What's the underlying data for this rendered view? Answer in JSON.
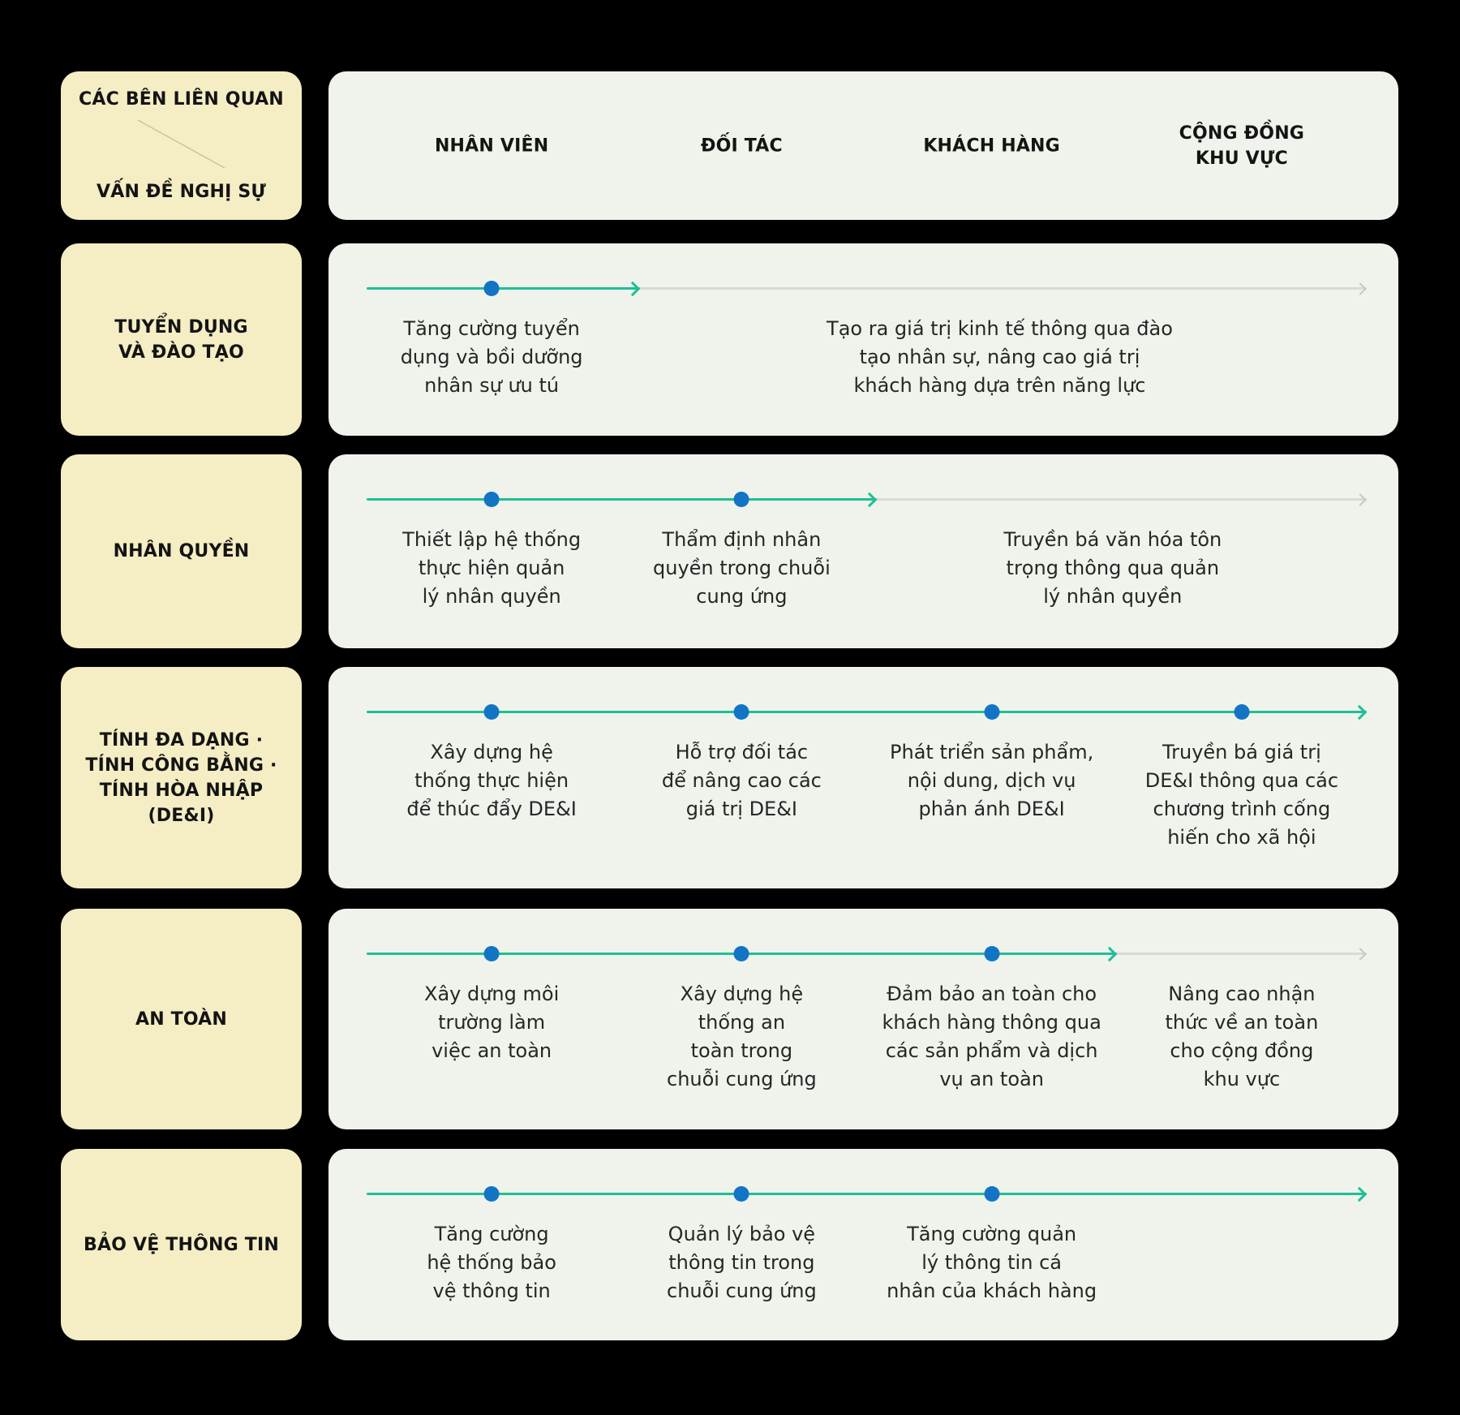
{
  "colors": {
    "background": "#000000",
    "agenda_box_yellow": "#F5EDC4",
    "matrix_panel_green": "#EFF3EC",
    "milestone_dot_blue": "#1274C5",
    "timeline_green": "#1FBF96",
    "timeline_gray": "#D9D9D5",
    "text_dark": "#262626"
  },
  "corner": {
    "top_label": "CÁC BÊN LIÊN QUAN",
    "bottom_label": "VẤN ĐỀ NGHỊ SỰ"
  },
  "stakeholders": [
    {
      "label_lines": [
        "NHÂN VIÊN"
      ]
    },
    {
      "label_lines": [
        "ĐỐI TÁC"
      ]
    },
    {
      "label_lines": [
        "KHÁCH HÀNG"
      ]
    },
    {
      "label_lines": [
        "CỘNG ĐỒNG",
        "KHU VỰC"
      ]
    }
  ],
  "rows": [
    {
      "label_lines": [
        "TUYỂN DỤNG",
        "VÀ ĐÀO TẠO"
      ],
      "dots_at_columns": [
        "NHÂN VIÊN"
      ],
      "green_extent_pct": 27.3,
      "cells": [
        {
          "column": "NHÂN VIÊN",
          "lines": [
            "Tăng cường tuyển",
            "dụng và bồi dưỡng",
            "nhân sự ưu tú"
          ]
        },
        {
          "column": "KHÁCH HÀNG",
          "lines": [
            "Tạo ra giá trị kinh tế thông qua đào",
            "tạo nhân sự, nâng cao giá trị",
            "khách hàng dựa trên năng lực"
          ]
        }
      ]
    },
    {
      "label_lines": [
        "NHÂN QUYỀN"
      ],
      "dots_at_columns": [
        "NHÂN VIÊN",
        "ĐỐI TÁC"
      ],
      "green_extent_pct": 51,
      "cells": [
        {
          "column": "NHÂN VIÊN",
          "lines": [
            "Thiết lập hệ thống",
            "thực hiện quản",
            "lý nhân quyền"
          ]
        },
        {
          "column": "ĐỐI TÁC",
          "lines": [
            "Thẩm định nhân",
            "quyền trong chuỗi",
            "cung ứng"
          ]
        },
        {
          "column": "KHÁCH HÀNG",
          "lines": [
            "Truyền bá văn hóa tôn",
            "trọng thông qua quản",
            "lý nhân quyền"
          ]
        }
      ]
    },
    {
      "label_lines": [
        "TÍNH ĐA DẠNG ·",
        "TÍNH CÔNG BẰNG ·",
        "TÍNH HÒA NHẬP",
        "(DE&I)"
      ],
      "dots_at_columns": [
        "NHÂN VIÊN",
        "ĐỐI TÁC",
        "KHÁCH HÀNG",
        "CỘNG ĐỒNG KHU VỰC"
      ],
      "green_extent_pct": 100,
      "cells": [
        {
          "column": "NHÂN VIÊN",
          "lines": [
            "Xây dựng hệ",
            "thống thực hiện",
            "để thúc đẩy DE&I"
          ]
        },
        {
          "column": "ĐỐI TÁC",
          "lines": [
            "Hỗ trợ đối tác",
            "để nâng cao các",
            "giá trị DE&I"
          ]
        },
        {
          "column": "KHÁCH HÀNG",
          "lines": [
            "Phát triển sản phẩm,",
            "nội dung, dịch vụ",
            "phản ánh DE&I"
          ]
        },
        {
          "column": "CỘNG ĐỒNG KHU VỰC",
          "lines": [
            "Truyền bá giá trị",
            "DE&I thông qua các",
            "chương trình cống",
            "hiến cho xã hội"
          ]
        }
      ]
    },
    {
      "label_lines": [
        "AN TOÀN"
      ],
      "dots_at_columns": [
        "NHÂN VIÊN",
        "ĐỐI TÁC",
        "KHÁCH HÀNG"
      ],
      "green_extent_pct": 75,
      "cells": [
        {
          "column": "NHÂN VIÊN",
          "lines": [
            "Xây dựng môi",
            "trường làm",
            "việc an toàn"
          ]
        },
        {
          "column": "ĐỐI TÁC",
          "lines": [
            "Xây dựng hệ",
            "thống an",
            "toàn trong",
            "chuỗi cung ứng"
          ]
        },
        {
          "column": "KHÁCH HÀNG",
          "lines": [
            "Đảm bảo an toàn cho",
            "khách hàng thông qua",
            "các sản phẩm và dịch",
            "vụ an toàn"
          ]
        },
        {
          "column": "CỘNG ĐỒNG KHU VỰC",
          "lines": [
            "Nâng cao nhận",
            "thức về an toàn",
            "cho cộng đồng",
            "khu vực"
          ]
        }
      ]
    },
    {
      "label_lines": [
        "BẢO VỆ THÔNG TIN"
      ],
      "dots_at_columns": [
        "NHÂN VIÊN",
        "ĐỐI TÁC",
        "KHÁCH HÀNG"
      ],
      "green_extent_pct": 100,
      "cells": [
        {
          "column": "NHÂN VIÊN",
          "lines": [
            "Tăng cường",
            "hệ thống bảo",
            "vệ thông tin"
          ]
        },
        {
          "column": "ĐỐI TÁC",
          "lines": [
            "Quản lý bảo vệ",
            "thông tin trong",
            "chuỗi cung ứng"
          ]
        },
        {
          "column": "KHÁCH HÀNG",
          "lines": [
            "Tăng cường quản",
            "lý thông tin cá",
            "nhân của khách hàng"
          ]
        }
      ]
    }
  ]
}
